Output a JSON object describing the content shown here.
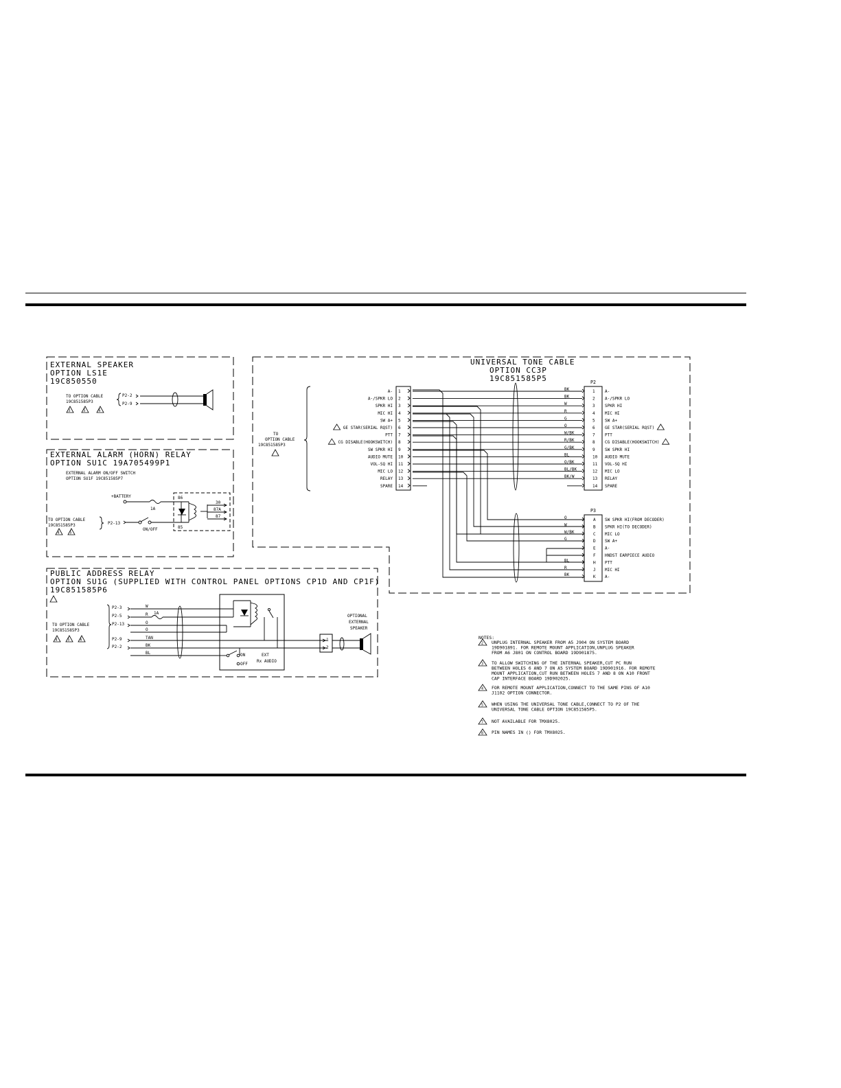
{
  "ls1e": {
    "title": [
      "EXTERNAL SPEAKER",
      "OPTION LS1E",
      "19C850550"
    ],
    "cable": [
      "TO OPTION CABLE",
      "19C851585P3"
    ],
    "pins": [
      "P2-2",
      "P2-9"
    ],
    "notes": [
      "3",
      "5",
      "6"
    ]
  },
  "su1c": {
    "title": [
      "EXTERNAL ALARM (HORN) RELAY",
      "OPTION SU1C 19A705499P1"
    ],
    "switch": [
      "EXTERNAL ALARM ON/OFF SWITCH",
      "OPTION SU1F 19C851585P7"
    ],
    "battery": "+BATTERY",
    "fuse": "1A",
    "onoff": "ON/OFF",
    "cable": [
      "TO OPTION CABLE",
      "19C851585P3"
    ],
    "pin": "P2-13",
    "relay_pins": [
      "86",
      "85",
      "30",
      "87A",
      "87"
    ],
    "notes": [
      "4",
      "5"
    ]
  },
  "su1g": {
    "title": [
      "PUBLIC ADDRESS RELAY",
      "OPTION SU1G (SUPPLIED WITH CONTROL PANEL OPTIONS CP1D AND CP1F)",
      "19C851585P6"
    ],
    "cable": [
      "TO OPTION CABLE",
      "19C851585P3"
    ],
    "pins": [
      "P2-3",
      "P2-5",
      "P2-13",
      "P2-9",
      "P2-2"
    ],
    "wires": [
      "W",
      "R",
      "O",
      "O",
      "TAN",
      "BK",
      "BL"
    ],
    "fuse": "1A",
    "on": "ON",
    "off": "OFF",
    "ext": [
      "EXT",
      "Rx AUDIO"
    ],
    "speaker": [
      "OPTIONAL",
      "EXTERNAL",
      "SPEAKER"
    ],
    "jack": [
      "1",
      "2"
    ],
    "notes": [
      "4",
      "5",
      "6"
    ]
  },
  "cc3p": {
    "title": [
      "UNIVERSAL TONE CABLE",
      "OPTION CC3P",
      "19C851585P5"
    ],
    "to_cable": [
      "TO",
      "OPTION CABLE",
      "19C851585P3"
    ],
    "left_labels": [
      "A-",
      "A-/SPKR LO",
      "SPKR HI",
      "MIC HI",
      "SW A+",
      "GE STAR(SERIAL RQST)",
      "PTT",
      "CG DISABLE(HOOKSWITCH)",
      "SW SPKR HI",
      "AUDIO MUTE",
      "VOL-SQ HI",
      "MIC LO",
      "RELAY",
      "SPARE"
    ],
    "pin_numbers": [
      "1",
      "2",
      "3",
      "4",
      "5",
      "6",
      "7",
      "8",
      "9",
      "10",
      "11",
      "12",
      "13",
      "14"
    ],
    "p2": "P2",
    "p2_wires": [
      "BK",
      "BK",
      "W",
      "R",
      "G",
      "O",
      "W/BK",
      "R/BK",
      "G/BK",
      "BL",
      "O/BK",
      "BL/BK",
      "BK/W"
    ],
    "p2_labels": [
      "A-",
      "A-/SPKR LO",
      "SPKR HI",
      "MIC HI",
      "SW A+",
      "GE STAR(SERIAL RQST)",
      "PTT",
      "CG DISABLE(HOOKSWITCH)",
      "SW SPKR HI",
      "AUDIO MUTE",
      "VOL-SQ HI",
      "MIC LO",
      "RELAY",
      "SPARE"
    ],
    "p3": "P3",
    "p3_pins": [
      "A",
      "B",
      "C",
      "D",
      "E",
      "F",
      "H",
      "J",
      "K"
    ],
    "p3_wires": [
      "O",
      "W",
      "W/BK",
      "G",
      "BL",
      "R",
      "BK"
    ],
    "p3_labels": [
      "SW SPKR HI(FROM DECODER)",
      "SPKR HI(TO DECODER)",
      "MIC LO",
      "SW A+",
      "A-",
      "HNDST EARPIECE AUDIO",
      "PTT",
      "MIC HI",
      "A-"
    ]
  },
  "notes": {
    "heading": "NOTES:",
    "items": [
      {
        "num": "2",
        "lines": [
          "UNPLUG INTERNAL SPEAKER FROM A5 J904 ON SYSTEM  BOARD",
          "19D901891. FOR REMOTE MOUNT APPLICATION,UNPLUG SPEAKER",
          "FROM A6 J801 ON CONTROL BOARD 19D901875."
        ]
      },
      {
        "num": "3",
        "lines": [
          "TO ALLOW SWITCHING OF THE INTERNAL SPEAKER,CUT PC RUN",
          "BETWEEN HOLES 6 AND 7 ON A5 SYSTEM BOARD 19D901916. FOR REMOTE",
          "MOUNT APPLICATION,CUT RUN BETWEEN HOLES 7 AND 8 ON A10 FRONT",
          "CAP INTERFACE BOARD 19D902025."
        ]
      },
      {
        "num": "4",
        "lines": [
          "FOR REMOTE MOUNT APPLICATION,CONNECT TO THE SAME PINS OF A10",
          "J1102 OPTION CONNECTOR."
        ]
      },
      {
        "num": "5",
        "lines": [
          "WHEN USING THE UNIVERSAL TONE CABLE,CONNECT TO P2 OF THE",
          "UNIVERSAL TONE CABLE OPTION 19C851585P5."
        ]
      },
      {
        "num": "7",
        "lines": [
          "NOT AVAILABLE FOR TMX8025."
        ]
      },
      {
        "num": "8",
        "lines": [
          "PIN NAMES IN () FOR TMX8025."
        ]
      }
    ]
  }
}
